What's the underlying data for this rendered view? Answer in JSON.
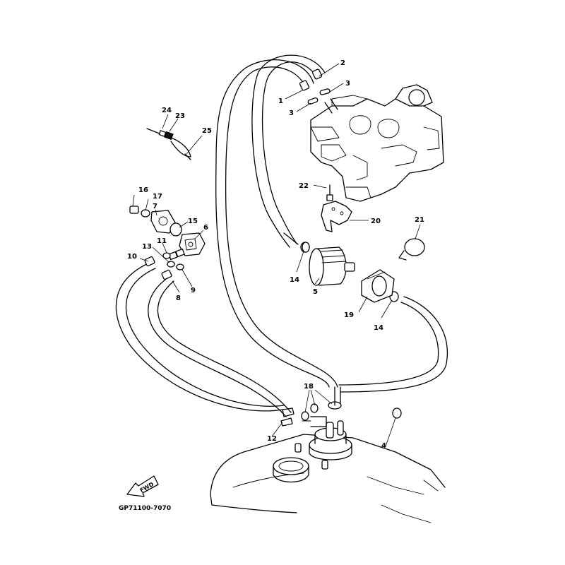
{
  "diagram": {
    "code": "GP71100-7070",
    "fwd_label": "FWD",
    "callouts": [
      {
        "id": "c1",
        "label": "1"
      },
      {
        "id": "c2",
        "label": "2"
      },
      {
        "id": "c3a",
        "label": "3"
      },
      {
        "id": "c3b",
        "label": "3"
      },
      {
        "id": "c4",
        "label": "4"
      },
      {
        "id": "c5",
        "label": "5"
      },
      {
        "id": "c6",
        "label": "6"
      },
      {
        "id": "c7",
        "label": "7"
      },
      {
        "id": "c8",
        "label": "8"
      },
      {
        "id": "c9",
        "label": "9"
      },
      {
        "id": "c10",
        "label": "10"
      },
      {
        "id": "c11",
        "label": "11"
      },
      {
        "id": "c12",
        "label": "12"
      },
      {
        "id": "c13",
        "label": "13"
      },
      {
        "id": "c14a",
        "label": "14"
      },
      {
        "id": "c14b",
        "label": "14"
      },
      {
        "id": "c15",
        "label": "15"
      },
      {
        "id": "c16",
        "label": "16"
      },
      {
        "id": "c17",
        "label": "17"
      },
      {
        "id": "c18",
        "label": "18"
      },
      {
        "id": "c19",
        "label": "19"
      },
      {
        "id": "c20",
        "label": "20"
      },
      {
        "id": "c21",
        "label": "21"
      },
      {
        "id": "c22",
        "label": "22"
      },
      {
        "id": "c23",
        "label": "23"
      },
      {
        "id": "c24",
        "label": "24"
      },
      {
        "id": "c25",
        "label": "25"
      }
    ]
  }
}
